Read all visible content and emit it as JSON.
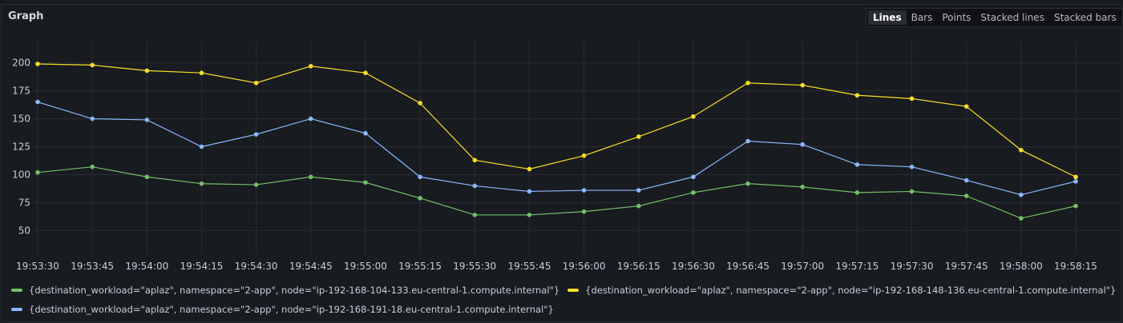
{
  "panel": {
    "title": "Graph",
    "view_options": [
      {
        "label": "Lines",
        "active": true
      },
      {
        "label": "Bars",
        "active": false
      },
      {
        "label": "Points",
        "active": false
      },
      {
        "label": "Stacked lines",
        "active": false
      },
      {
        "label": "Stacked bars",
        "active": false
      }
    ]
  },
  "colors": {
    "grid": "#2a2d33",
    "axis_text": "#ccccdc",
    "series_green": "#73bf69",
    "series_yellow": "#fade2a",
    "series_blue": "#8ab8ff"
  },
  "chart_data": {
    "type": "line",
    "grid": true,
    "legend_placement": "bottom",
    "ylim": [
      36,
      219
    ],
    "yticks": [
      50,
      75,
      100,
      125,
      150,
      175,
      200
    ],
    "categories": [
      "19:53:30",
      "19:53:45",
      "19:54:00",
      "19:54:15",
      "19:54:30",
      "19:54:45",
      "19:55:00",
      "19:55:15",
      "19:55:30",
      "19:55:45",
      "19:56:00",
      "19:56:15",
      "19:56:30",
      "19:56:45",
      "19:57:00",
      "19:57:15",
      "19:57:30",
      "19:57:45",
      "19:58:00",
      "19:58:15"
    ],
    "series": [
      {
        "name": "{destination_workload=\"aplaz\", namespace=\"2-app\", node=\"ip-192-168-104-133.eu-central-1.compute.internal\"}",
        "color": "#73bf69",
        "values": [
          102,
          107,
          98,
          92,
          91,
          98,
          93,
          79,
          64,
          64,
          67,
          72,
          84,
          92,
          89,
          84,
          85,
          81,
          61,
          72
        ]
      },
      {
        "name": "{destination_workload=\"aplaz\", namespace=\"2-app\", node=\"ip-192-168-148-136.eu-central-1.compute.internal\"}",
        "color": "#fade2a",
        "values": [
          199,
          198,
          193,
          191,
          182,
          197,
          191,
          164,
          113,
          105,
          117,
          134,
          152,
          182,
          180,
          171,
          168,
          161,
          122,
          98
        ]
      },
      {
        "name": "{destination_workload=\"aplaz\", namespace=\"2-app\", node=\"ip-192-168-191-18.eu-central-1.compute.internal\"}",
        "color": "#8ab8ff",
        "values": [
          165,
          150,
          149,
          125,
          136,
          150,
          137,
          98,
          90,
          85,
          86,
          86,
          98,
          130,
          127,
          109,
          107,
          95,
          82,
          94
        ]
      }
    ]
  }
}
